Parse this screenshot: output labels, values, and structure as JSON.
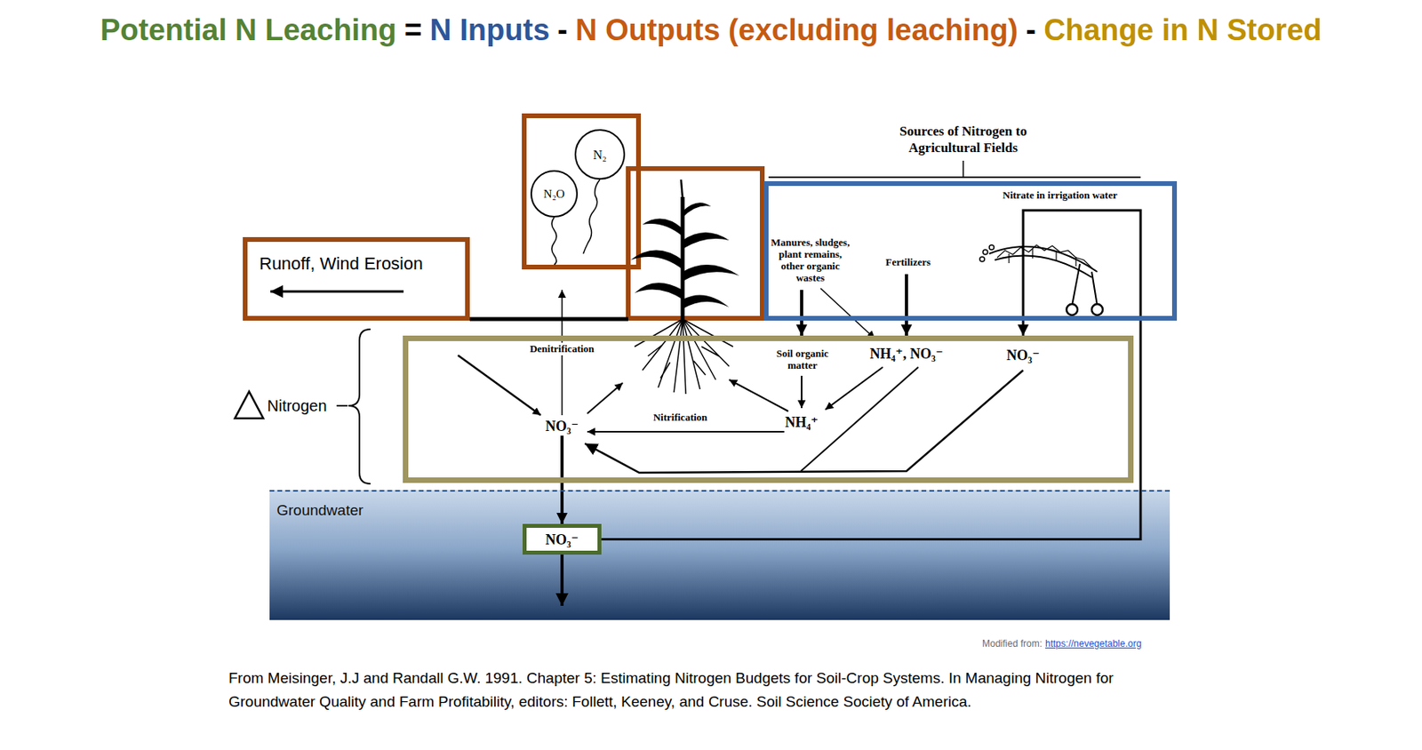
{
  "diagram": {
    "caption": "From Meisinger, J.J and Randall G.W. 1991. Chapter 5: Estimating Nitrogen Budgets for Soil-Crop Systems. In Managing Nitrogen for Groundwater Quality and Farm Profitability, editors: Follett, Keeney, and Cruse. Soil Science Society of America.",
    "nodes": [
      {
        "text": [
          "Runoff, Wind Erosion"
        ]
      },
      {
        "text": [
          "N₂"
        ]
      },
      {
        "text": [
          "N₂O"
        ]
      },
      {
        "text": [
          "Nitrate in irrigation water",
          "Manures, sludges, plant remains, other organic wastes",
          "Fertilizers"
        ]
      },
      {
        "text": [
          "Denitrification",
          "Soil organic matter",
          "NH₄⁺, NO₃⁻",
          "NO₃⁻",
          "NO₃⁻",
          "Nitrification",
          "NH₄⁺"
        ]
      },
      {
        "text": [
          "Groundwater"
        ]
      },
      {
        "text": [
          "NO₃⁻"
        ],
        "in": 5
      }
    ],
    "edges": [
      {
        "from": 3,
        "to": 4,
        "arrow": "to"
      },
      {
        "from": 3,
        "to": 4,
        "arrow": "to"
      },
      {
        "from": 4,
        "to": 6,
        "arrow": "to"
      },
      {
        "from": 6,
        "to": 4,
        "arrow": "to"
      }
    ],
    "labels": [
      "Potential N Leaching",
      "=",
      "N Inputs",
      "-",
      "N Outputs (excluding leaching)",
      "-",
      "Change in N Stored",
      "Sources of Nitrogen to Agricultural Fields",
      "Nitrogen",
      "Modified from:",
      "https://nevegetable.org"
    ]
  }
}
